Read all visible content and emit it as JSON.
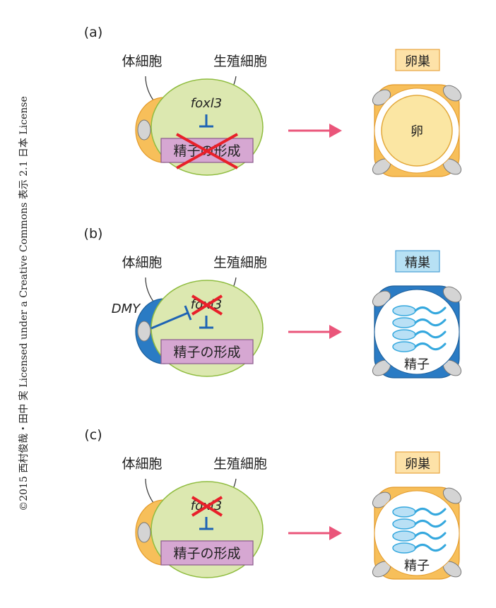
{
  "copyright": "©2015 西村俊哉・田中 実 Licensed under a Creative Commons 表示 2.1 日本 License",
  "colors": {
    "cell_green": "#dce8b0",
    "cell_green_stroke": "#8fbc3f",
    "somatic_orange": "#f7bf5a",
    "somatic_blue": "#2a7bc4",
    "box_purple": "#d6a7d2",
    "box_stroke": "#8a5a8c",
    "inhibit_blue": "#1e63b4",
    "cross_red": "#e8202a",
    "arrow_pink": "#ea557a",
    "egg_yellow": "#fbe6a3",
    "label_orange_bg": "#fde2a8",
    "label_blue_bg": "#b7e1f4",
    "sperm_blue": "#35a8de",
    "sperm_fill": "#b9e0f5"
  },
  "panels": [
    {
      "label": "(a)",
      "somatic_label": "体細胞",
      "germ_label": "生殖細胞",
      "gene": "foxl3",
      "gene_crossed": false,
      "process": "精子の形成",
      "process_crossed": true,
      "dmy": "",
      "organ": "卵巣",
      "organ_theme": "orange",
      "content_type": "egg",
      "content_label": "卵"
    },
    {
      "label": "(b)",
      "somatic_label": "体細胞",
      "germ_label": "生殖細胞",
      "gene": "foxl3",
      "gene_crossed": true,
      "process": "精子の形成",
      "process_crossed": false,
      "dmy": "DMY",
      "organ": "精巣",
      "organ_theme": "blue",
      "content_type": "sperm",
      "content_label": "精子"
    },
    {
      "label": "(c)",
      "somatic_label": "体細胞",
      "germ_label": "生殖細胞",
      "gene": "foxl3",
      "gene_crossed": true,
      "process": "精子の形成",
      "process_crossed": false,
      "dmy": "",
      "organ": "卵巣",
      "organ_theme": "orange",
      "content_type": "sperm",
      "content_label": "精子"
    }
  ]
}
